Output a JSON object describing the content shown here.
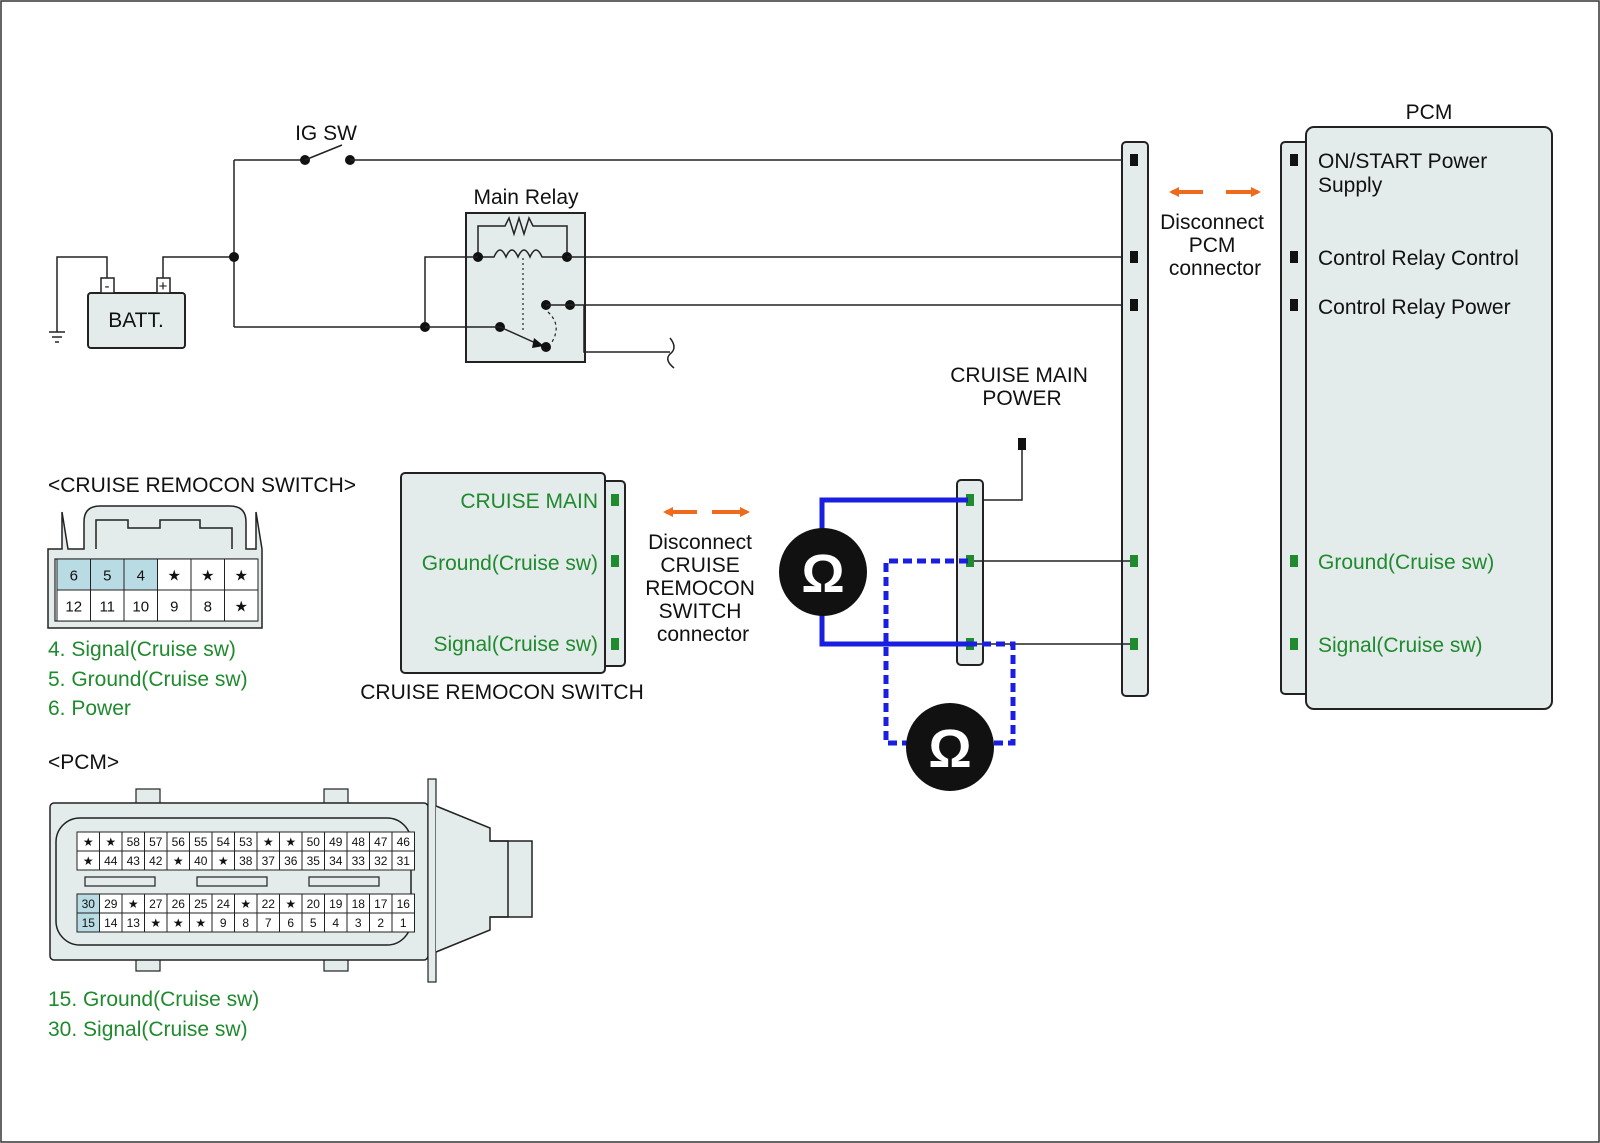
{
  "labels": {
    "ig_sw": "IG SW",
    "main_relay": "Main Relay",
    "batt": "BATT.",
    "batt_neg": "-",
    "batt_pos": "+",
    "pcm_title": "PCM",
    "disconnect_pcm": [
      "Disconnect",
      "PCM",
      "connector"
    ],
    "cruise_main_power": [
      "CRUISE MAIN",
      "POWER"
    ],
    "disconnect_remocon": [
      "Disconnect",
      "CRUISE",
      "REMOCON",
      "SWITCH",
      "connector"
    ],
    "remocon_box_title": "CRUISE REMOCON SWITCH",
    "remocon_connector_title": "<CRUISE REMOCON SWITCH>",
    "pcm_connector_title": "<PCM>",
    "ohm": "Ω"
  },
  "pcm_pins": {
    "on_start": [
      "ON/START Power",
      "Supply"
    ],
    "control_relay_control": "Control Relay Control",
    "control_relay_power": "Control Relay Power",
    "ground": "Ground(Cruise sw)",
    "signal": "Signal(Cruise sw)"
  },
  "remocon_pins": {
    "cruise_main": "CRUISE MAIN",
    "ground": "Ground(Cruise sw)",
    "signal": "Signal(Cruise sw)"
  },
  "remocon_connector": {
    "row1": [
      "6",
      "5",
      "4",
      "★",
      "★",
      "★"
    ],
    "row2": [
      "12",
      "11",
      "10",
      "9",
      "8",
      "★"
    ],
    "highlighted": [
      "6",
      "5",
      "4"
    ],
    "legend": [
      "4. Signal(Cruise sw)",
      "5. Ground(Cruise sw)",
      "6. Power"
    ]
  },
  "pcm_connector": {
    "row1": [
      "★",
      "★",
      "58",
      "57",
      "56",
      "55",
      "54",
      "53",
      "★",
      "★",
      "50",
      "49",
      "48",
      "47",
      "46"
    ],
    "row2": [
      "★",
      "44",
      "43",
      "42",
      "★",
      "40",
      "★",
      "38",
      "37",
      "36",
      "35",
      "34",
      "33",
      "32",
      "31"
    ],
    "row3": [
      "30",
      "29",
      "★",
      "27",
      "26",
      "25",
      "24",
      "★",
      "22",
      "★",
      "20",
      "19",
      "18",
      "17",
      "16"
    ],
    "row4": [
      "15",
      "14",
      "13",
      "★",
      "★",
      "★",
      "9",
      "8",
      "7",
      "6",
      "5",
      "4",
      "3",
      "2",
      "1"
    ],
    "highlighted": [
      "30",
      "15"
    ],
    "legend": [
      "15. Ground(Cruise sw)",
      "30. Signal(Cruise sw)"
    ]
  },
  "colors": {
    "green_text": "#1f8a2e",
    "arrow_orange": "#ee6a1e",
    "probe_blue": "#1a1ee0",
    "highlight_cell": "#b9dbe3",
    "box_fill": "#e4ebeb"
  }
}
